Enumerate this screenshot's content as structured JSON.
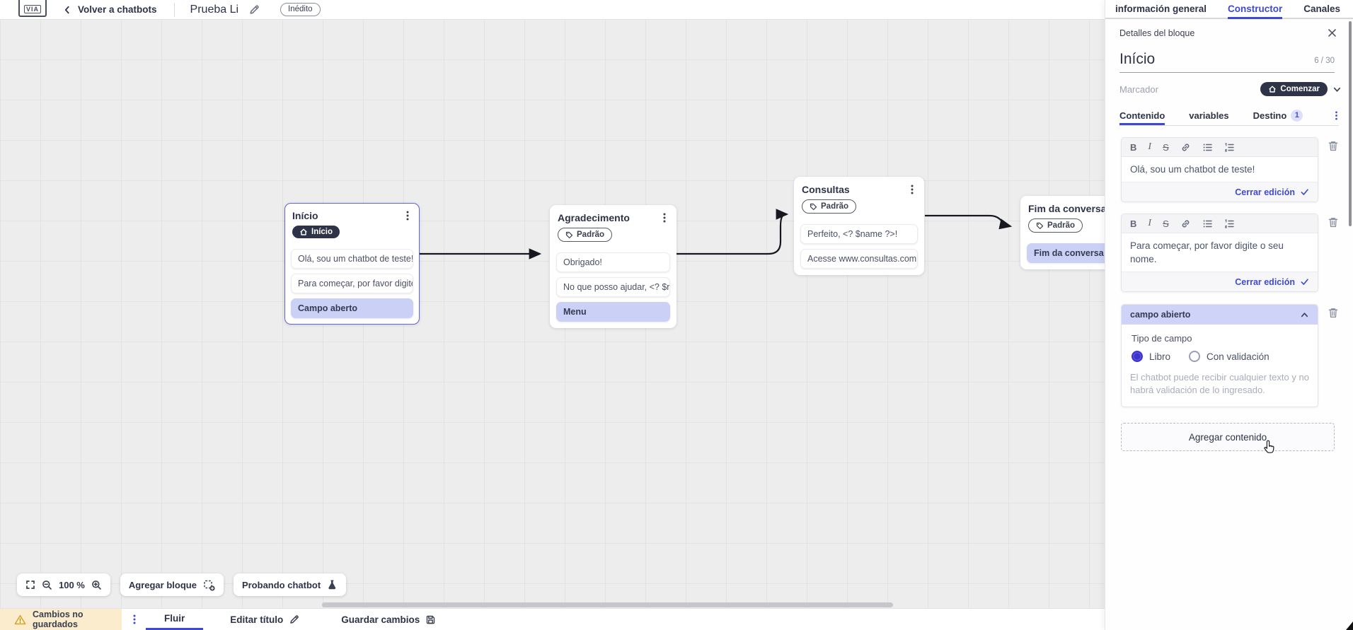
{
  "colors": {
    "accent": "#3d4bd0",
    "dark_pill": "#2e3347",
    "highlight": "#cbd1f6",
    "warning_bg": "#fbeccd"
  },
  "topbar": {
    "logo": "VIA",
    "back": "Volver a chatbots",
    "title": "Prueba Li",
    "status": "Inédito"
  },
  "panel_tabs": {
    "general": "información general",
    "constructor": "Constructor",
    "channels": "Canales"
  },
  "panel": {
    "header": "Detalles del bloque",
    "block_name": "Início",
    "counter": "6 / 30",
    "marker_label": "Marcador",
    "marker_value": "Comenzar",
    "tabs": {
      "content": "Contenido",
      "variables": "variables",
      "destination": "Destino",
      "destination_count": "1"
    },
    "editors": [
      {
        "text": "Olá, sou um chatbot de teste!",
        "close": "Cerrar edición"
      },
      {
        "text": "Para começar, por favor digite o seu nome.",
        "close": "Cerrar edición"
      }
    ],
    "open_field": {
      "title": "campo abierto",
      "type_label": "Tipo de campo",
      "option_free": "Libro",
      "option_validated": "Con validación",
      "help": "El chatbot puede recibir cualquier texto y no habrá validación de lo ingresado."
    },
    "add_content": "Agregar contenido"
  },
  "canvas": {
    "nodes": [
      {
        "title": "Início",
        "badge": "Início",
        "items": [
          {
            "text": "Olá, sou um chatbot de teste!"
          },
          {
            "text": "Para começar, por favor digite o ..."
          },
          {
            "text": "Campo aberto"
          }
        ]
      },
      {
        "title": "Agradecimento",
        "badge": "Padrão",
        "items": [
          {
            "text": "Obrigado!"
          },
          {
            "text": "No que posso ajudar, <? $name ..."
          },
          {
            "text": "Menu"
          }
        ]
      },
      {
        "title": "Consultas",
        "badge": "Padrão",
        "items": [
          {
            "text": "Perfeito, <? $name ?>!"
          },
          {
            "text": "Acesse www.consultas.com par..."
          }
        ]
      },
      {
        "title": "Fim da conversa",
        "badge": "Padrão",
        "items": [
          {
            "text": "Fim da conversa"
          }
        ]
      }
    ]
  },
  "toolbar": {
    "zoom": "100 %",
    "add_block": "Agregar bloque",
    "test_chatbot": "Probando chatbot"
  },
  "statusbar": {
    "unsaved": "Cambios no guardados",
    "flow_tab": "Fluir",
    "edit_title": "Editar título",
    "save": "Guardar cambios"
  }
}
